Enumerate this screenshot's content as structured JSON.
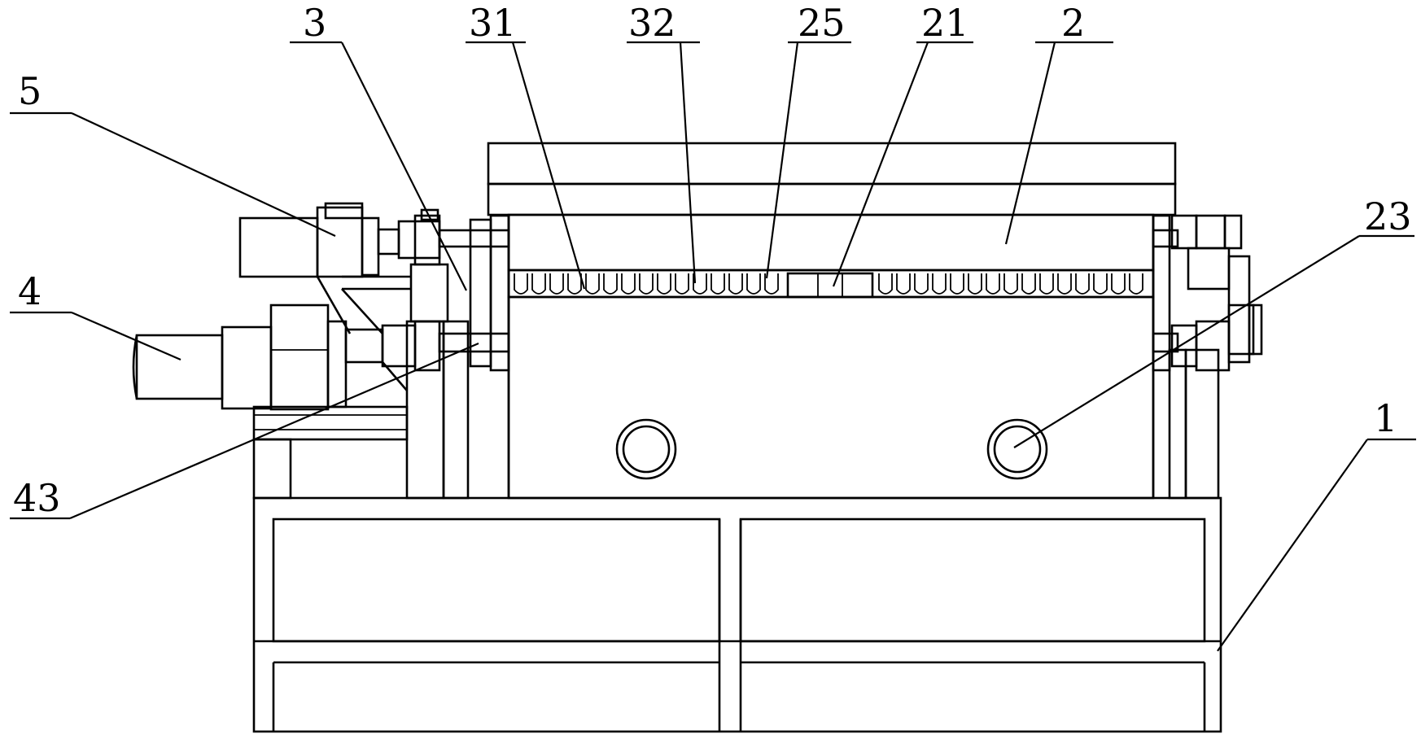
{
  "labels": {
    "l5": "5",
    "l3": "3",
    "l31": "31",
    "l32": "32",
    "l25": "25",
    "l21": "21",
    "l2": "2",
    "l23": "23",
    "l4": "4",
    "l43": "43",
    "l1": "1"
  },
  "colors": {
    "stroke": "#000000",
    "background": "#ffffff"
  }
}
